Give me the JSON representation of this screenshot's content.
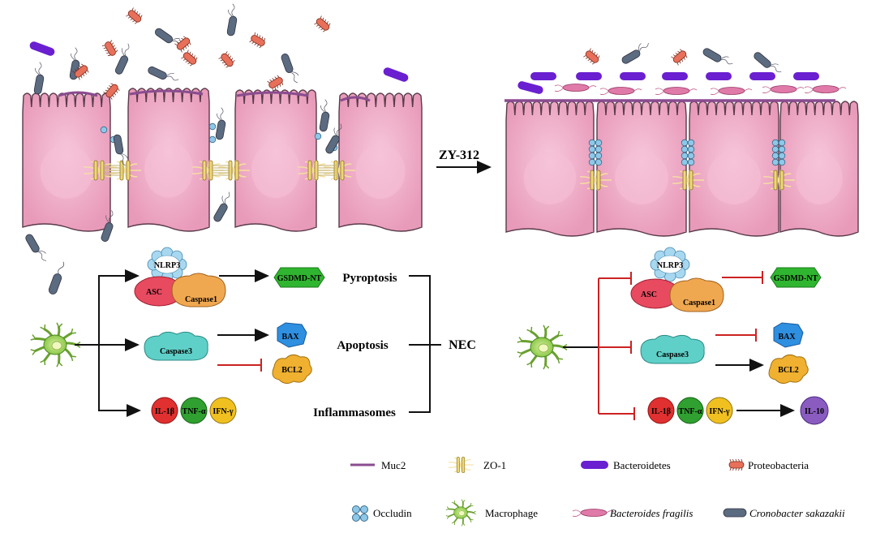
{
  "treatment_label": "ZY-312",
  "outcomes": {
    "pyroptosis": "Pyroptosis",
    "apoptosis": "Apoptosis",
    "inflammasomes": "Inflammasomes",
    "nec": "NEC"
  },
  "proteins": {
    "nlrp3": "NLRP3",
    "asc": "ASC",
    "caspase1": "Caspase1",
    "gsdmd": "GSDMD-NT",
    "caspase3": "Caspase3",
    "bax": "BAX",
    "bcl2": "BCL2",
    "il1b": "IL-1β",
    "tnfa": "TNF-α",
    "ifng": "IFN-γ",
    "il10": "IL-10"
  },
  "legend": {
    "muc2": "Muc2",
    "zo1": "ZO-1",
    "bacteroidetes": "Bacteroidetes",
    "proteobacteria": "Proteobacteria",
    "occludin": "Occludin",
    "macrophage": "Macrophage",
    "bfragilis": "Bacteroides fragilis",
    "csakazakii": "Cronobacter sakazakii"
  },
  "colors": {
    "epithelium": "#f2b6cf",
    "epithelium_outline": "#5a3a4a",
    "muc2": "#8a4c8f",
    "bacteroidetes": "#6a1fd0",
    "proteobacteria": "#e8705a",
    "cronobacter": "#5b6b80",
    "occludin": "#8ec8e8",
    "zo1": "#f0d878",
    "inhibit": "#cc2222",
    "gsdmd": "#2fb52f",
    "bax": "#2f8fe0",
    "bcl2": "#f0b030",
    "caspase3": "#5fd0c8",
    "il1b": "#e03030",
    "tnfa": "#30a030",
    "ifng": "#f0c020",
    "il10": "#8a5cc0"
  }
}
